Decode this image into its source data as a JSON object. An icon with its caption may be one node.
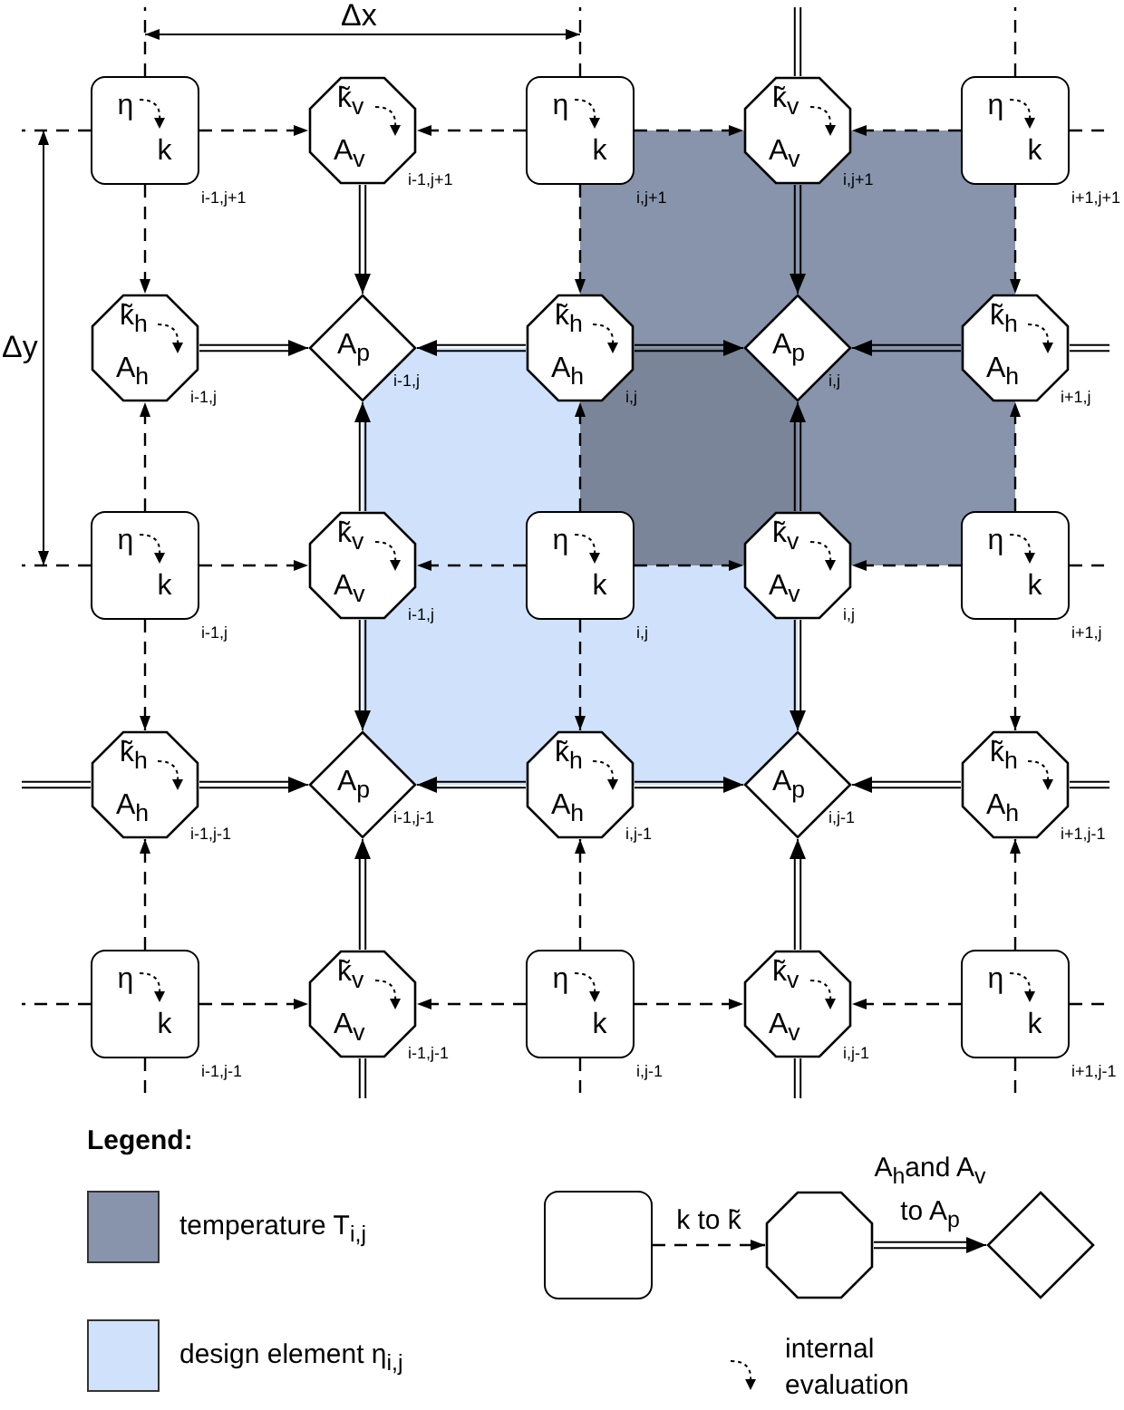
{
  "diagram": {
    "nodes": [
      {
        "text": [
          "η",
          "k"
        ],
        "beside": [
          "i-1,j+1"
        ]
      },
      {
        "text": [
          "k̃$_{v}$",
          "A$_{v}$"
        ],
        "beside": [
          "i-1,j+1"
        ]
      },
      {
        "text": [
          "η",
          "k"
        ],
        "beside": [
          "i,j+1"
        ]
      },
      {
        "text": [
          "k̃$_{v}$",
          "A$_{v}$"
        ],
        "beside": [
          "i,j+1"
        ]
      },
      {
        "text": [
          "η",
          "k"
        ],
        "beside": [
          "i+1,j+1"
        ]
      },
      {
        "text": [
          "k̃$_{h}$",
          "A$_{h}$"
        ],
        "beside": [
          "i-1,j"
        ]
      },
      {
        "text": [
          "A$_{p}$"
        ],
        "beside": [
          "i-1,j"
        ]
      },
      {
        "text": [
          "k̃$_{h}$",
          "A$_{h}$"
        ],
        "beside": [
          "i,j"
        ]
      },
      {
        "text": [
          "A$_{p}$"
        ],
        "beside": [
          "i,j"
        ]
      },
      {
        "text": [
          "k̃$_{h}$",
          "A$_{h}$"
        ],
        "beside": [
          "i+1,j"
        ]
      },
      {
        "text": [
          "η",
          "k"
        ],
        "beside": [
          "i-1,j"
        ]
      },
      {
        "text": [
          "k̃$_{v}$",
          "A$_{v}$"
        ],
        "beside": [
          "i-1,j"
        ]
      },
      {
        "text": [
          "η",
          "k"
        ],
        "beside": [
          "i,j"
        ]
      },
      {
        "text": [
          "k̃$_{v}$",
          "A$_{v}$"
        ],
        "beside": [
          "i,j"
        ]
      },
      {
        "text": [
          "η",
          "k"
        ],
        "beside": [
          "i+1,j"
        ]
      },
      {
        "text": [
          "k̃$_{h}$",
          "A$_{h}$"
        ],
        "beside": [
          "i-1,j-1"
        ]
      },
      {
        "text": [
          "A$_{p}$"
        ],
        "beside": [
          "i-1,j-1"
        ]
      },
      {
        "text": [
          "k̃$_{h}$",
          "A$_{h}$"
        ],
        "beside": [
          "i,j-1"
        ]
      },
      {
        "text": [
          "A$_{p}$"
        ],
        "beside": [
          "i,j-1"
        ]
      },
      {
        "text": [
          "k̃$_{h}$",
          "A$_{h}$"
        ],
        "beside": [
          "i+1,j-1"
        ]
      },
      {
        "text": [
          "η",
          "k"
        ],
        "beside": [
          "i-1,j-1"
        ]
      },
      {
        "text": [
          "k̃$_{v}$",
          "A$_{v}$"
        ],
        "beside": [
          "i-1,j-1"
        ]
      },
      {
        "text": [
          "η",
          "k"
        ],
        "beside": [
          "i,j-1"
        ]
      },
      {
        "text": [
          "k̃$_{v}$",
          "A$_{v}$"
        ],
        "beside": [
          "i,j-1"
        ]
      },
      {
        "text": [
          "η",
          "k"
        ],
        "beside": [
          "i+1,j-1"
        ]
      },
      {
        "text": [],
        "shape": "box"
      },
      {
        "text": [],
        "shape": "octagon"
      },
      {
        "text": [],
        "shape": "diamond"
      }
    ],
    "edges": [
      {
        "from": 0,
        "to": 1,
        "arrow": "to",
        "style": "dashed"
      },
      {
        "from": 2,
        "to": 1,
        "arrow": "to",
        "style": "dashed"
      },
      {
        "from": 2,
        "to": 3,
        "arrow": "to",
        "style": "dashed"
      },
      {
        "from": 4,
        "to": 3,
        "arrow": "to",
        "style": "dashed"
      },
      {
        "from": 10,
        "to": 11,
        "arrow": "to",
        "style": "dashed"
      },
      {
        "from": 12,
        "to": 11,
        "arrow": "to",
        "style": "dashed"
      },
      {
        "from": 12,
        "to": 13,
        "arrow": "to",
        "style": "dashed"
      },
      {
        "from": 14,
        "to": 13,
        "arrow": "to",
        "style": "dashed"
      },
      {
        "from": 20,
        "to": 21,
        "arrow": "to",
        "style": "dashed"
      },
      {
        "from": 22,
        "to": 21,
        "arrow": "to",
        "style": "dashed"
      },
      {
        "from": 22,
        "to": 23,
        "arrow": "to",
        "style": "dashed"
      },
      {
        "from": 24,
        "to": 23,
        "arrow": "to",
        "style": "dashed"
      },
      {
        "from": 0,
        "to": 5,
        "arrow": "to",
        "style": "dashed"
      },
      {
        "from": 10,
        "to": 5,
        "arrow": "to",
        "style": "dashed"
      },
      {
        "from": 10,
        "to": 15,
        "arrow": "to",
        "style": "dashed"
      },
      {
        "from": 20,
        "to": 15,
        "arrow": "to",
        "style": "dashed"
      },
      {
        "from": 2,
        "to": 7,
        "arrow": "to",
        "style": "dashed"
      },
      {
        "from": 12,
        "to": 7,
        "arrow": "to",
        "style": "dashed"
      },
      {
        "from": 12,
        "to": 17,
        "arrow": "to",
        "style": "dashed"
      },
      {
        "from": 22,
        "to": 17,
        "arrow": "to",
        "style": "dashed"
      },
      {
        "from": 4,
        "to": 9,
        "arrow": "to",
        "style": "dashed"
      },
      {
        "from": 14,
        "to": 9,
        "arrow": "to",
        "style": "dashed"
      },
      {
        "from": 14,
        "to": 19,
        "arrow": "to",
        "style": "dashed"
      },
      {
        "from": 24,
        "to": 19,
        "arrow": "to",
        "style": "dashed"
      },
      {
        "from": 5,
        "to": 6,
        "arrow": "to"
      },
      {
        "from": 7,
        "to": 6,
        "arrow": "to"
      },
      {
        "from": 7,
        "to": 8,
        "arrow": "to"
      },
      {
        "from": 9,
        "to": 8,
        "arrow": "to"
      },
      {
        "from": 15,
        "to": 16,
        "arrow": "to"
      },
      {
        "from": 17,
        "to": 16,
        "arrow": "to"
      },
      {
        "from": 17,
        "to": 18,
        "arrow": "to"
      },
      {
        "from": 19,
        "to": 18,
        "arrow": "to"
      },
      {
        "from": 1,
        "to": 6,
        "arrow": "to"
      },
      {
        "from": 11,
        "to": 6,
        "arrow": "to"
      },
      {
        "from": 11,
        "to": 16,
        "arrow": "to"
      },
      {
        "from": 21,
        "to": 16,
        "arrow": "to"
      },
      {
        "from": 3,
        "to": 8,
        "arrow": "to"
      },
      {
        "from": 13,
        "to": 8,
        "arrow": "to"
      },
      {
        "from": 13,
        "to": 18,
        "arrow": "to"
      },
      {
        "from": 23,
        "to": 18,
        "arrow": "to"
      },
      {
        "from": 0,
        "to": null,
        "arrow": "none",
        "style": "dashed"
      },
      {
        "from": 4,
        "to": null,
        "arrow": "none",
        "style": "dashed"
      },
      {
        "from": 0,
        "to": null,
        "arrow": "none",
        "style": "dashed"
      },
      {
        "from": 2,
        "to": null,
        "arrow": "none",
        "style": "dashed"
      },
      {
        "from": 4,
        "to": null,
        "arrow": "none",
        "style": "dashed"
      },
      {
        "from": 3,
        "to": null,
        "arrow": "none"
      },
      {
        "from": 9,
        "to": null,
        "arrow": "none"
      },
      {
        "from": 10,
        "to": null,
        "arrow": "none",
        "style": "dashed"
      },
      {
        "from": 14,
        "to": null,
        "arrow": "none",
        "style": "dashed"
      },
      {
        "from": 15,
        "to": null,
        "arrow": "none"
      },
      {
        "from": 19,
        "to": null,
        "arrow": "none"
      },
      {
        "from": 20,
        "to": null,
        "arrow": "none",
        "style": "dashed"
      },
      {
        "from": 24,
        "to": null,
        "arrow": "none",
        "style": "dashed"
      },
      {
        "from": 20,
        "to": null,
        "arrow": "none",
        "style": "dashed"
      },
      {
        "from": 22,
        "to": null,
        "arrow": "none",
        "style": "dashed"
      },
      {
        "from": 24,
        "to": null,
        "arrow": "none",
        "style": "dashed"
      },
      {
        "from": 21,
        "to": null,
        "arrow": "none"
      },
      {
        "from": 23,
        "to": null,
        "arrow": "none"
      },
      {
        "from": 25,
        "to": 26,
        "arrow": "to",
        "style": "dashed",
        "label": "k to k̃"
      },
      {
        "from": 26,
        "to": 27,
        "arrow": "to",
        "label": "A$_{h}$and A$_{v}$ to A$_{p}$"
      }
    ],
    "labels": [
      "Δx",
      "Δy",
      "Legend:"
    ],
    "legend": [
      {
        "text": "temperature T$_{i,j}$",
        "color": "#8794ab"
      },
      {
        "text": "design element η$_{i,j}$",
        "color": "#d0e2fb"
      },
      {
        "text": "internal evaluation"
      }
    ]
  }
}
